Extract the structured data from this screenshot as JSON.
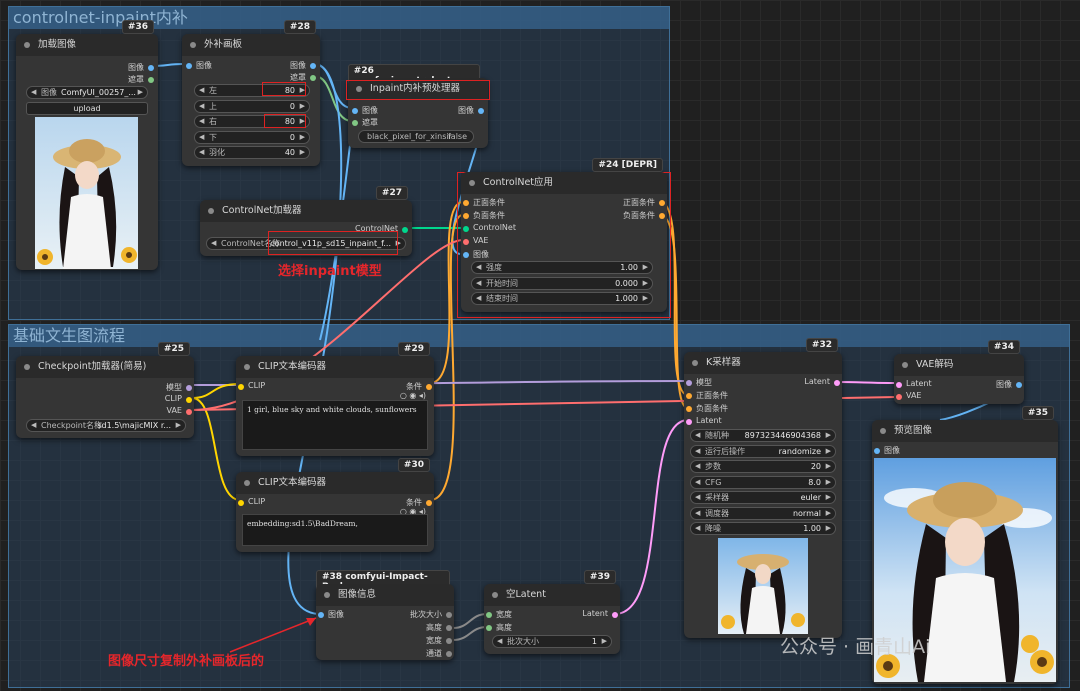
{
  "groups": {
    "inpaint": "controlnet-inpaint内补",
    "base": "基础文生图流程"
  },
  "nodes": {
    "load_image": {
      "id": "#36",
      "title": "加载图像",
      "out_image": "图像",
      "out_mask": "遮罩",
      "image_label": "图像",
      "image_value": "ComfyUI_00257_...",
      "upload": "upload"
    },
    "outpaint_pad": {
      "id": "#28",
      "title": "外补画板",
      "in_image": "图像",
      "out_image": "图像",
      "out_mask": "遮罩",
      "widgets": [
        {
          "label": "左",
          "value": "80"
        },
        {
          "label": "上",
          "value": "0"
        },
        {
          "label": "右",
          "value": "80"
        },
        {
          "label": "下",
          "value": "0"
        },
        {
          "label": "羽化",
          "value": "40"
        }
      ]
    },
    "inpaint_pre": {
      "id": "#26 comfyui_controlnet_aux",
      "title": "Inpaint内补预处理器",
      "in_image": "图像",
      "in_mask": "遮罩",
      "out_image": "图像",
      "toggle_label": "black_pixel_for_xinsir",
      "toggle_value": "false"
    },
    "cn_loader": {
      "id": "#27",
      "title": "ControlNet加载器",
      "out": "ControlNet",
      "name_label": "ControlNet名称",
      "name_value": "control_v11p_sd15_inpaint_f..."
    },
    "cn_apply": {
      "id": "#24 [DEPR]",
      "title": "ControlNet应用",
      "inputs": [
        "正面条件",
        "负面条件",
        "ControlNet",
        "VAE",
        "图像"
      ],
      "outputs": [
        "正面条件",
        "负面条件"
      ],
      "widgets": [
        {
          "label": "强度",
          "value": "1.00"
        },
        {
          "label": "开始时间",
          "value": "0.000"
        },
        {
          "label": "结束时间",
          "value": "1.000"
        }
      ]
    },
    "checkpoint": {
      "id": "#25",
      "title": "Checkpoint加载器(简易)",
      "outputs": [
        "模型",
        "CLIP",
        "VAE"
      ],
      "name_label": "Checkpoint名称",
      "name_value": "sd1.5\\majicMIX r..."
    },
    "clip_pos": {
      "id": "#29",
      "title": "CLIP文本编码器",
      "in_clip": "CLIP",
      "out": "条件",
      "text": "1 girl, blue sky and white clouds, sunflowers"
    },
    "clip_neg": {
      "id": "#30",
      "title": "CLIP文本编码器",
      "in_clip": "CLIP",
      "out": "条件",
      "text": "embedding:sd1.5\\BadDream,"
    },
    "ksampler": {
      "id": "#32",
      "title": "K采样器",
      "inputs": [
        "模型",
        "正面条件",
        "负面条件",
        "Latent"
      ],
      "out": "Latent",
      "widgets": [
        {
          "label": "随机种",
          "value": "897323446904368"
        },
        {
          "label": "运行后操作",
          "value": "randomize"
        },
        {
          "label": "步数",
          "value": "20"
        },
        {
          "label": "CFG",
          "value": "8.0"
        },
        {
          "label": "采样器",
          "value": "euler"
        },
        {
          "label": "调度器",
          "value": "normal"
        },
        {
          "label": "降噪",
          "value": "1.00"
        }
      ]
    },
    "vae_decode": {
      "id": "#34",
      "title": "VAE解码",
      "inputs": [
        "Latent",
        "VAE"
      ],
      "out": "图像"
    },
    "preview": {
      "id": "#35",
      "title": "预览图像",
      "in_image": "图像"
    },
    "image_info": {
      "id": "#38 comfyui-Impact-Pack",
      "title": "图像信息",
      "in_image": "图像",
      "outputs": [
        "批次大小",
        "高度",
        "宽度",
        "通道"
      ]
    },
    "empty_latent": {
      "id": "#39",
      "title": "空Latent",
      "inputs": [
        "宽度",
        "高度"
      ],
      "out": "Latent",
      "batch_label": "批次大小",
      "batch_value": "1"
    }
  },
  "annotations": {
    "select_model": "选择inpaint模型",
    "image_size": "图像尺寸复制外补画板后的"
  },
  "watermark": "公众号 · 画青山Ai",
  "colors": {
    "image_port": "#64b5f6",
    "mask_port": "#81c784",
    "clip_port": "#ffd500",
    "cond_port": "#ffa931",
    "model_port": "#b39ddb",
    "vae_port": "#ff6e6e",
    "latent_port": "#ff9cf9",
    "controlnet_port": "#00d78d",
    "annotation": "#e6262b"
  }
}
